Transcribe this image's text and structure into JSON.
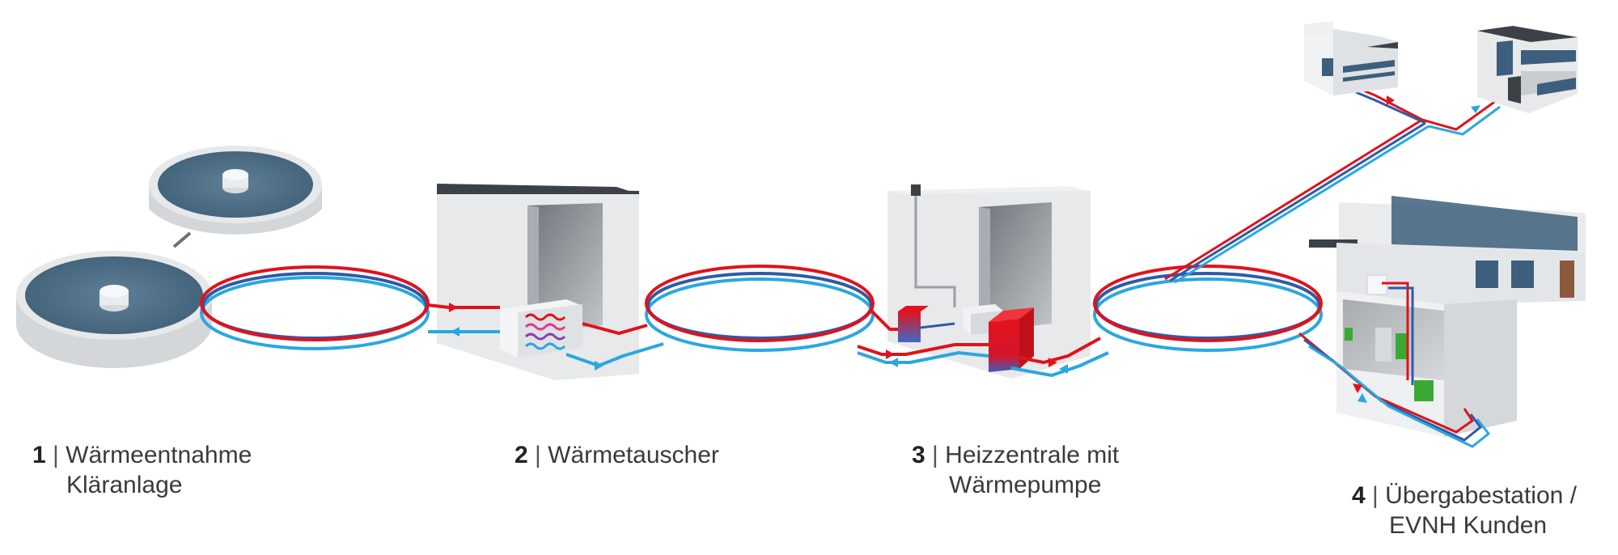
{
  "colors": {
    "hot": "#e0121b",
    "cold": "#2aa7e0",
    "dark_blue": "#2f5aa8",
    "basin_water": "#4f7189",
    "wall": "#eceeef",
    "wall_shade": "#c9cdd0",
    "roof": "#3b4147",
    "window": "#3d5f7d"
  },
  "stages": [
    {
      "number": "1",
      "separator": "|",
      "line1": "Wärmeentnahme",
      "line2": "Kläranlage",
      "icon": "sewage-basin-icon"
    },
    {
      "number": "2",
      "separator": "|",
      "line1": "Wärmetauscher",
      "line2": "",
      "icon": "heat-exchanger-building-icon"
    },
    {
      "number": "3",
      "separator": "|",
      "line1": "Heizzentrale mit",
      "line2": "Wärmepumpe",
      "icon": "heat-pump-building-icon"
    },
    {
      "number": "4",
      "separator": "|",
      "line1": "Übergabestation /",
      "line2": "EVNH Kunden",
      "icon": "customer-building-icon"
    }
  ]
}
